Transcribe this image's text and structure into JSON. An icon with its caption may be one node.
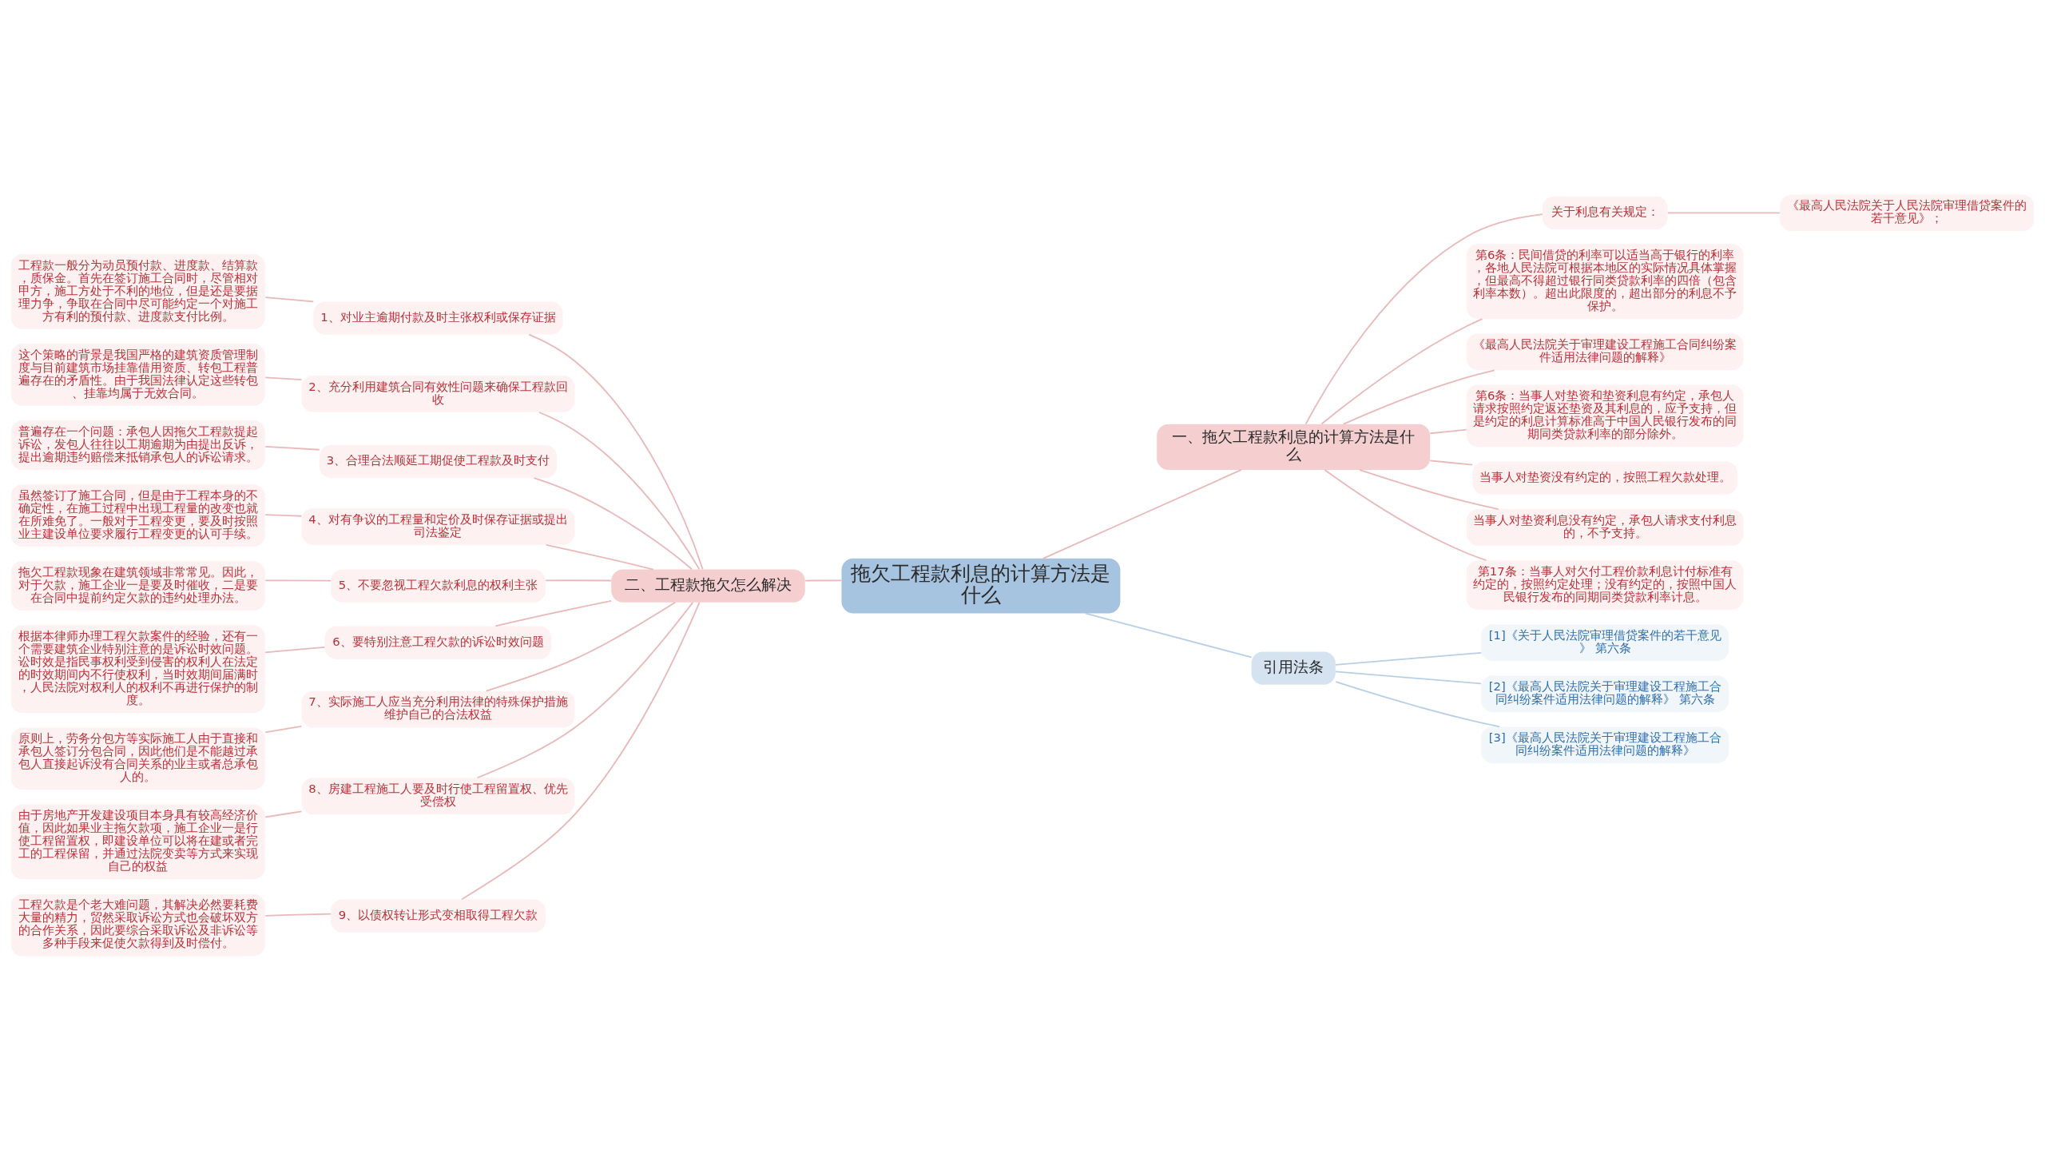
{
  "diagram": {
    "nodes": [
      {
        "text": [
          "拖欠工程款利息的计算方法是什么"
        ]
      },
      {
        "text": [
          "二、工程款拖欠怎么解决"
        ]
      },
      {
        "text": [
          "1、对业主逾期付款及时主张权利或保存证据"
        ]
      },
      {
        "text": [
          "工程款一般分为动员预付款、进度款、结算款，质保金。首先在签订施工合同时，尽管相对甲方，施工方处于不利的地位，但是还是要据理力争，争取在合同中尽可能约定一个对施工方有利的预付款、进度款支付比例。"
        ]
      },
      {
        "text": [
          "2、充分利用建筑合同有效性问题来确保工程款回收"
        ]
      },
      {
        "text": [
          "这个策略的背景是我国严格的建筑资质管理制度与目前建筑市场挂靠借用资质、转包工程普遍存在的矛盾性。由于我国法律认定这些转包、挂靠均属于无效合同。"
        ]
      },
      {
        "text": [
          "3、合理合法顺延工期促使工程款及时支付"
        ]
      },
      {
        "text": [
          "普遍存在一个问题：承包人因拖欠工程款提起诉讼，发包人往往以工期逾期为由提出反诉，提出逾期违约赔偿来抵销承包人的诉讼请求。"
        ]
      },
      {
        "text": [
          "4、对有争议的工程量和定价及时保存证据或提出司法鉴定"
        ]
      },
      {
        "text": [
          "虽然签订了施工合同，但是由于工程本身的不确定性，在施工过程中出现工程量的改变也就在所难免了。一般对于工程变更，要及时按照业主建设单位要求履行工程变更的认可手续。"
        ]
      },
      {
        "text": [
          "5、不要忽视工程欠款利息的权利主张"
        ]
      },
      {
        "text": [
          "拖欠工程款现象在建筑领域非常常见。因此，对于欠款，施工企业一是要及时催收，二是要在合同中提前约定欠款的违约处理办法。"
        ]
      },
      {
        "text": [
          "6、要特别注意工程欠款的诉讼时效问题"
        ]
      },
      {
        "text": [
          "根据本律师办理工程欠款案件的经验，还有一个需要建筑企业特别注意的是诉讼时效问题。讼时效是指民事权利受到侵害的权利人在法定的时效期间内不行使权利，当时效期间届满时，人民法院对权利人的权利不再进行保护的制度。"
        ]
      },
      {
        "text": [
          "7、实际施工人应当充分利用法律的特殊保护措施维护自己的合法权益"
        ]
      },
      {
        "text": [
          "原则上，劳务分包方等实际施工人由于直接和承包人签订分包合同，因此他们是不能越过承包人直接起诉没有合同关系的业主或者总承包人的。"
        ]
      },
      {
        "text": [
          "8、房建工程施工人要及时行使工程留置权、优先受偿权"
        ]
      },
      {
        "text": [
          "由于房地产开发建设项目本身具有较高经济价值，因此如果业主拖欠款项，施工企业一是行使工程留置权，即建设单位可以将在建或者完工的工程保留，并通过法院变卖等方式来实现自己的权益"
        ]
      },
      {
        "text": [
          "9、以债权转让形式变相取得工程欠款"
        ]
      },
      {
        "text": [
          "工程欠款是个老大难问题，其解决必然要耗费大量的精力，贸然采取诉讼方式也会破坏双方的合作关系，因此要综合采取诉讼及非诉讼等多种手段来促使欠款得到及时偿付。"
        ]
      },
      {
        "text": [
          "一、拖欠工程款利息的计算方法是什么"
        ]
      },
      {
        "text": [
          "关于利息有关规定："
        ]
      },
      {
        "text": [
          "《最高人民法院关于人民法院审理借贷案件的若干意见》；"
        ]
      },
      {
        "text": [
          "第6条：民间借贷的利率可以适当高于银行的利率，各地人民法院可根据本地区的实际情况具体掌握，但最高不得超过银行同类贷款利率的四倍（包含利率本数）。超出此限度的，超出部分的利息不予保护。"
        ]
      },
      {
        "text": [
          "《最高人民法院关于审理建设工程施工合同纠纷案件适用法律问题的解释》"
        ]
      },
      {
        "text": [
          "第6条：当事人对垫资和垫资利息有约定，承包人请求按照约定返还垫资及其利息的，应予支持，但是约定的利息计算标准高于中国人民银行发布的同期同类贷款利率的部分除外。"
        ]
      },
      {
        "text": [
          "当事人对垫资没有约定的，按照工程欠款处理。"
        ]
      },
      {
        "text": [
          "当事人对垫资利息没有约定，承包人请求支付利息的，不予支持。"
        ]
      },
      {
        "text": [
          "第17条：当事人对欠付工程价款利息计付标准有约定的，按照约定处理；没有约定的，按照中国人民银行发布的同期同类贷款利率计息。"
        ]
      },
      {
        "text": [
          "引用法条"
        ]
      },
      {
        "text": [
          "[1]《关于人民法院审理借贷案件的若干意见》 第六条"
        ]
      },
      {
        "text": [
          "[2]《最高人民法院关于审理建设工程施工合同纠纷案件适用法律问题的解释》 第六条"
        ]
      },
      {
        "text": [
          "[3]《最高人民法院关于审理建设工程施工合同纠纷案件适用法律问题的解释》"
        ]
      }
    ],
    "edges": [
      {
        "from": 0,
        "to": 1,
        "arrow": "none"
      },
      {
        "from": 1,
        "to": 2,
        "arrow": "none"
      },
      {
        "from": 2,
        "to": 3,
        "arrow": "none"
      },
      {
        "from": 1,
        "to": 4,
        "arrow": "none"
      },
      {
        "from": 4,
        "to": 5,
        "arrow": "none"
      },
      {
        "from": 1,
        "to": 6,
        "arrow": "none"
      },
      {
        "from": 6,
        "to": 7,
        "arrow": "none"
      },
      {
        "from": 1,
        "to": 8,
        "arrow": "none"
      },
      {
        "from": 8,
        "to": 9,
        "arrow": "none"
      },
      {
        "from": 1,
        "to": 10,
        "arrow": "none"
      },
      {
        "from": 10,
        "to": 11,
        "arrow": "none"
      },
      {
        "from": 1,
        "to": 12,
        "arrow": "none"
      },
      {
        "from": 12,
        "to": 13,
        "arrow": "none"
      },
      {
        "from": 1,
        "to": 14,
        "arrow": "none"
      },
      {
        "from": 14,
        "to": 15,
        "arrow": "none"
      },
      {
        "from": 1,
        "to": 16,
        "arrow": "none"
      },
      {
        "from": 16,
        "to": 17,
        "arrow": "none"
      },
      {
        "from": 1,
        "to": 18,
        "arrow": "none"
      },
      {
        "from": 18,
        "to": 19,
        "arrow": "none"
      },
      {
        "from": 0,
        "to": 20,
        "arrow": "none"
      },
      {
        "from": 20,
        "to": 21,
        "arrow": "none"
      },
      {
        "from": 21,
        "to": 22,
        "arrow": "none"
      },
      {
        "from": 20,
        "to": 23,
        "arrow": "none"
      },
      {
        "from": 20,
        "to": 24,
        "arrow": "none"
      },
      {
        "from": 20,
        "to": 25,
        "arrow": "none"
      },
      {
        "from": 20,
        "to": 26,
        "arrow": "none"
      },
      {
        "from": 20,
        "to": 27,
        "arrow": "none"
      },
      {
        "from": 20,
        "to": 28,
        "arrow": "none"
      },
      {
        "from": 0,
        "to": 29,
        "arrow": "none",
        "color": "#b8cfe6"
      },
      {
        "from": 29,
        "to": 30,
        "arrow": "none",
        "color": "#b8cfe6"
      },
      {
        "from": 29,
        "to": 31,
        "arrow": "none",
        "color": "#b8cfe6"
      },
      {
        "from": 29,
        "to": 32,
        "arrow": "none",
        "color": "#b8cfe6"
      }
    ]
  }
}
